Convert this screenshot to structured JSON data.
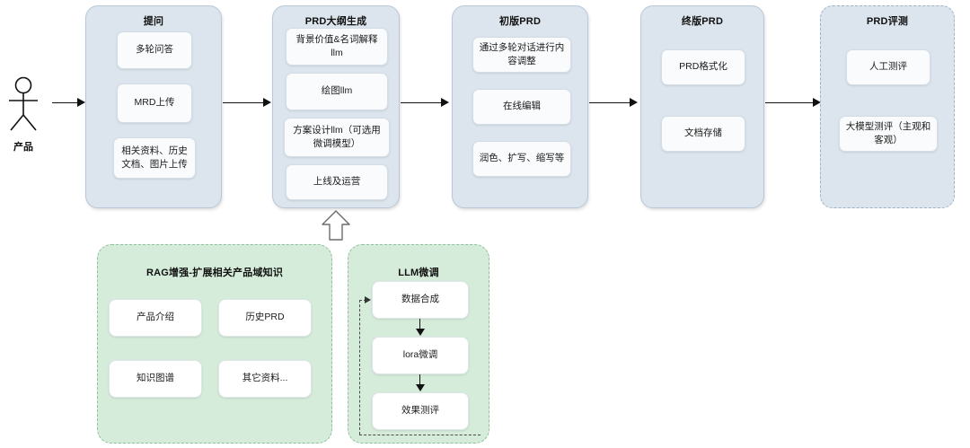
{
  "diagram": {
    "actor": {
      "label": "产品",
      "icon": "stick-figure-icon"
    },
    "stages": [
      {
        "id": "ask",
        "title": "提问",
        "cards": [
          "多轮问答",
          "MRD上传",
          "相关资料、历史文档、图片上传"
        ]
      },
      {
        "id": "prd-outline",
        "title": "PRD大纲生成",
        "cards": [
          "背景价值&名词解释llm",
          "绘图llm",
          "方案设计llm（可选用微调模型）",
          "上线及运营"
        ]
      },
      {
        "id": "prd-draft",
        "title": "初版PRD",
        "cards": [
          "通过多轮对话进行内容调整",
          "在线编辑",
          "润色、扩写、缩写等"
        ]
      },
      {
        "id": "prd-final",
        "title": "终版PRD",
        "cards": [
          "PRD格式化",
          "文档存储"
        ]
      },
      {
        "id": "prd-eval",
        "title": "PRD评测",
        "cards": [
          "人工测评",
          "大模型测评（主观和客观）"
        ]
      }
    ],
    "support": [
      {
        "id": "rag",
        "title": "RAG增强-扩展相关产品域知识",
        "cards": [
          "产品介绍",
          "历史PRD",
          "知识图谱",
          "其它资料..."
        ]
      },
      {
        "id": "llm-finetune",
        "title": "LLM微调",
        "cards": [
          "数据合成",
          "lora微调",
          "效果测评"
        ]
      }
    ],
    "colors": {
      "stage_fill": "#dce5ed",
      "stage_border": "#b9c7d6",
      "card_fill": "#f9fbfc",
      "green_fill": "#d6ecda",
      "green_border": "#8fbf9b",
      "connector": "#111111"
    }
  }
}
